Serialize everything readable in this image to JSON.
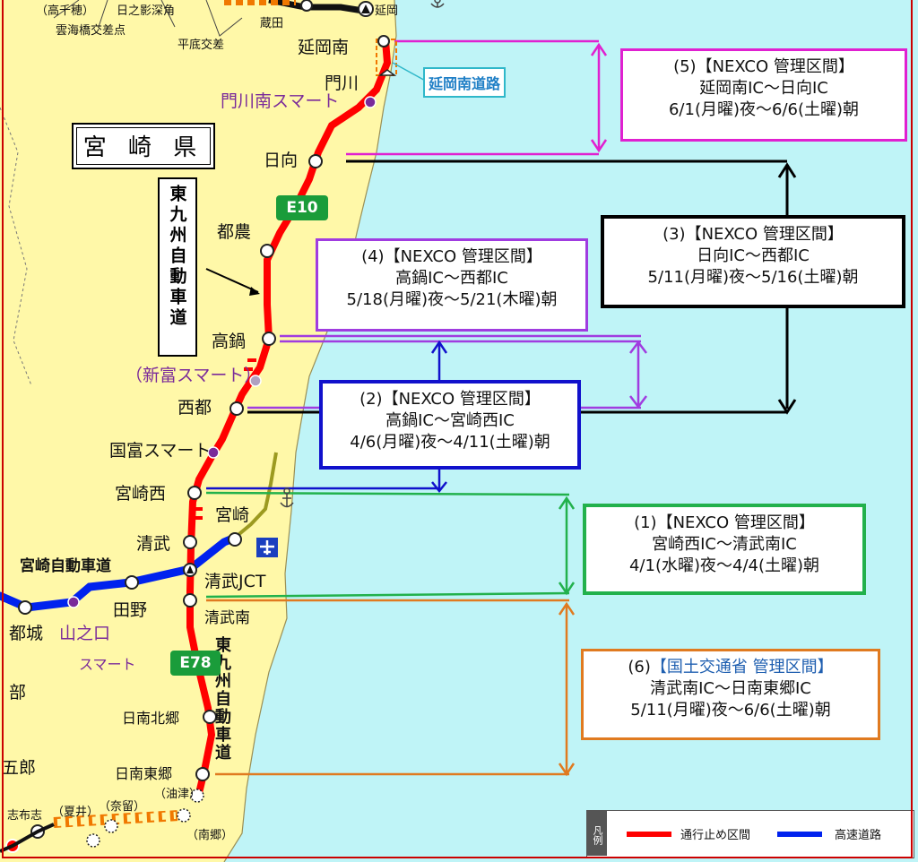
{
  "labels": {
    "takachiho": "（高千穂）",
    "hinokage": "日之影深角",
    "unkai": "雲海橋交差点",
    "hirasoko": "平底交差",
    "kurata": "蔵田",
    "nobeoka": "延岡",
    "nobeoka_minami": "延岡南",
    "kadokawa": "門川",
    "kadokawa_minami_smart": "門川南スマート",
    "hyuga": "日向",
    "tsuno": "都農",
    "takanabe": "高鍋",
    "shintomi_smart": "（新富スマート）",
    "saito": "西都",
    "kunitomi_smart": "国富スマート",
    "miyazaki_nishi": "宮崎西",
    "miyazaki": "宮崎",
    "kiyotake": "清武",
    "kiyotake_jct": "清武JCT",
    "miyazaki_expressway": "宮崎自動車道",
    "tano": "田野",
    "kiyotake_minami": "清武南",
    "miyakonojo": "都城",
    "yamanokuchi": "山之口",
    "smart": "スマート",
    "bu": "部",
    "gorou": "五郎",
    "nichinan_kitago": "日南北郷",
    "nichinan_togo": "日南東郷",
    "aburatsu": "（油津）",
    "shibushi": "志布志",
    "natsui": "（夏井）",
    "nadome": "（奈留）",
    "nango": "（南郷）"
  },
  "prefecture": "宮 崎 県",
  "higashi_kyushu_box": "東九州自動車道",
  "higashi_kyushu_vertical": "東九州自動車道",
  "e10": "E10",
  "e78": "E78",
  "nobeoka_minami_road": "延岡南道路",
  "callouts": {
    "c5": {
      "title": "(5)【NEXCO 管理区間】",
      "section": "延岡南IC～日向IC",
      "period": "6/1(月曜)夜～6/6(土曜)朝"
    },
    "c3": {
      "title": "(3)【NEXCO 管理区間】",
      "section": "日向IC～西都IC",
      "period": "5/11(月曜)夜～5/16(土曜)朝"
    },
    "c4": {
      "title": "(4)【NEXCO 管理区間】",
      "section": "高鍋IC～西都IC",
      "period": "5/18(月曜)夜～5/21(木曜)朝"
    },
    "c2": {
      "title": "(2)【NEXCO 管理区間】",
      "section": "高鍋IC～宮崎西IC",
      "period": "4/6(月曜)夜～4/11(土曜)朝"
    },
    "c1": {
      "title": "(1)【NEXCO 管理区間】",
      "section": "宮崎西IC～清武南IC",
      "period": "4/1(水曜)夜～4/4(土曜)朝"
    },
    "c6": {
      "num": "(6)",
      "title": "【国土交通省 管理区間】",
      "section": "清武南IC～日南東郷IC",
      "period": "5/11(月曜)夜～6/6(土曜)朝"
    }
  },
  "legend": {
    "tag": "凡例",
    "closed": "通行止め区間",
    "expressway": "高速道路"
  },
  "colors": {
    "land": "#fff8a8",
    "sea": "#bff4f7",
    "closed_route": "#ff0000",
    "expressway": "#0022ee",
    "c1": "#22b14c",
    "c2": "#1111cc",
    "c3": "#000000",
    "c4": "#a03ce0",
    "c5": "#e020d0",
    "c6": "#e07a20"
  }
}
